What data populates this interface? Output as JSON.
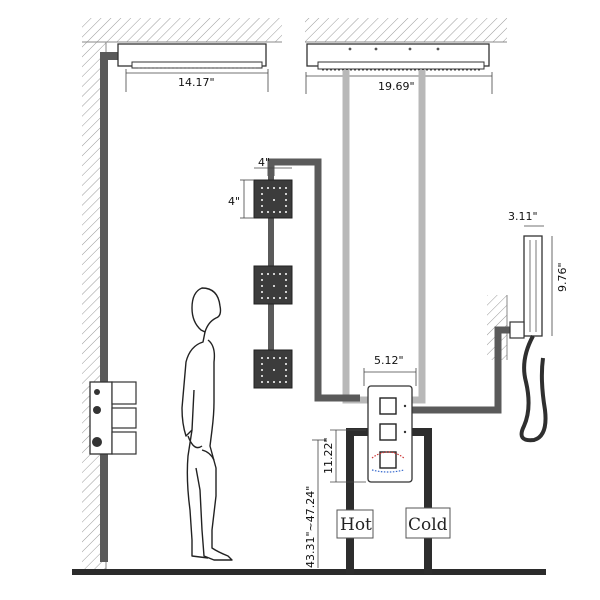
{
  "dimensions": {
    "rain_width_small": "14.17\"",
    "rain_width_large": "19.69\"",
    "jet_width": "4\"",
    "jet_height": "4\"",
    "handheld_width": "3.11\"",
    "handheld_length": "9.76\"",
    "valve_width": "5.12\"",
    "valve_height_offset": "11.22\"",
    "valve_install_height": "43.31\"~47.24\""
  },
  "labels": {
    "hot": "Hot",
    "cold": "Cold"
  },
  "colors": {
    "pipe_dark": "#5a5a5a",
    "pipe_light": "#b8b8b8",
    "fixture": "#3c3c3c",
    "floor": "#2b2b2b"
  }
}
